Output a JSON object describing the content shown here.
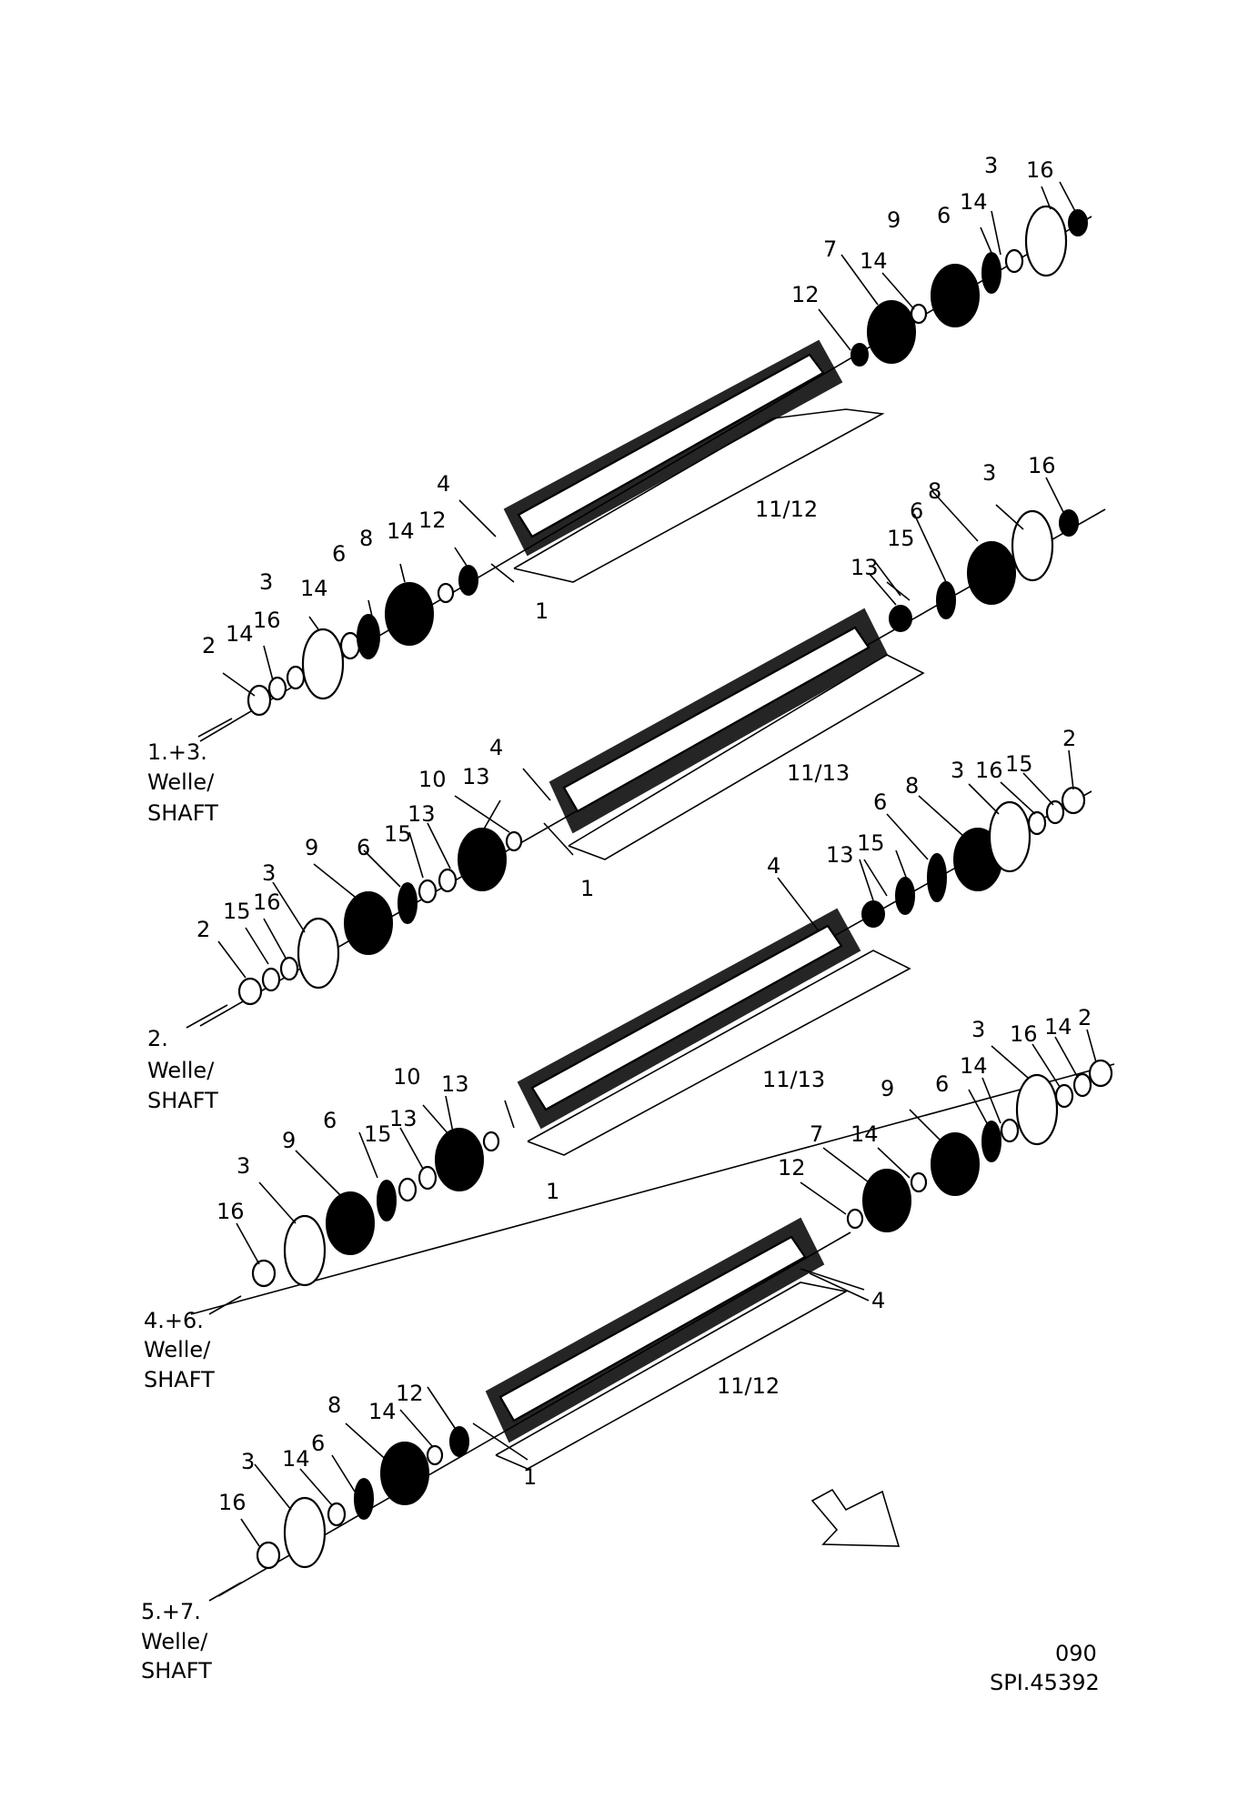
{
  "shafts": [
    {
      "caption": [
        "1.+3.",
        "Welle/",
        "SHAFT"
      ],
      "labels": [
        "3",
        "16",
        "14",
        "9",
        "6",
        "7",
        "14",
        "12",
        "4",
        "11/12",
        "8",
        "14",
        "12",
        "6",
        "3",
        "14",
        "2",
        "14",
        "16",
        "1"
      ]
    },
    {
      "caption": [
        "2.",
        "Welle/",
        "SHAFT"
      ],
      "labels": [
        "16",
        "3",
        "8",
        "6",
        "13",
        "15",
        "4",
        "11/13",
        "10",
        "13",
        "13",
        "9",
        "6",
        "15",
        "3",
        "2",
        "15",
        "16",
        "1",
        "2",
        "15",
        "16",
        "3",
        "8",
        "6",
        "13",
        "15",
        "4"
      ]
    },
    {
      "caption": [
        "4.+6.",
        "Welle/",
        "SHAFT"
      ],
      "labels": [
        "3",
        "16",
        "14",
        "2",
        "9",
        "6",
        "14",
        "11/13",
        "10",
        "13",
        "13",
        "9",
        "6",
        "15",
        "3",
        "16",
        "1",
        "7",
        "14",
        "12"
      ]
    },
    {
      "caption": [
        "5.+7.",
        "Welle/",
        "SHAFT"
      ],
      "labels": [
        "4",
        "11/12",
        "8",
        "14",
        "12",
        "6",
        "3",
        "14",
        "16",
        "1"
      ]
    }
  ],
  "footer": {
    "page": "090",
    "ref": "SPI.45392"
  }
}
